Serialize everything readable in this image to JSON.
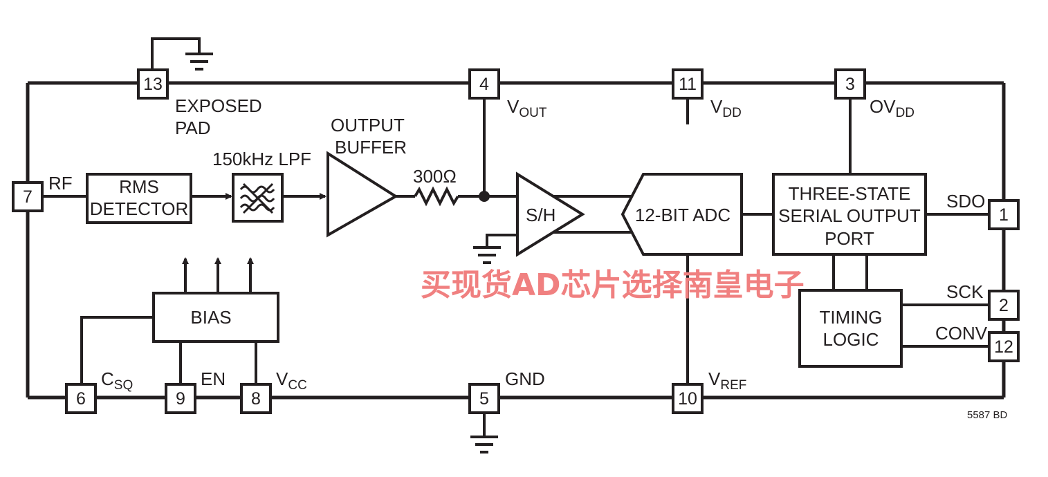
{
  "pins": {
    "p1": "1",
    "p2": "2",
    "p3": "3",
    "p4": "4",
    "p5": "5",
    "p6": "6",
    "p7": "7",
    "p8": "8",
    "p9": "9",
    "p10": "10",
    "p11": "11",
    "p12": "12",
    "p13": "13"
  },
  "labels": {
    "exposed_pad_1": "EXPOSED",
    "exposed_pad_2": "PAD",
    "rf": "RF",
    "v": "V",
    "out_sub": "OUT",
    "dd_sub": "DD",
    "ov": "OV",
    "sdo": "SDO",
    "sck": "SCK",
    "conv": "CONV",
    "c": "C",
    "sq_sub": "SQ",
    "en": "EN",
    "cc_sub": "CC",
    "gnd": "GND",
    "ref_sub": "REF",
    "lpf": "150kHz LPF",
    "buffer_1": "OUTPUT",
    "buffer_2": "BUFFER",
    "resistor": "300Ω",
    "sh": "S/H",
    "doc_code": "5587 BD"
  },
  "blocks": {
    "rms_1": "RMS",
    "rms_2": "DETECTOR",
    "adc": "12-BIT ADC",
    "port_1": "THREE-STATE",
    "port_2": "SERIAL OUTPUT",
    "port_3": "PORT",
    "timing_1": "TIMING",
    "timing_2": "LOGIC",
    "bias": "BIAS"
  },
  "watermark": "买现货AD芯片选择南皇电子",
  "colors": {
    "ink": "#231f20",
    "watermark": "#f08080"
  }
}
